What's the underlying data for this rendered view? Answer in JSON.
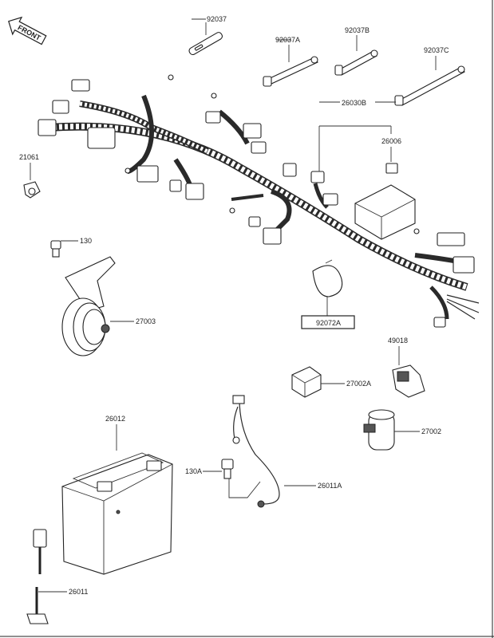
{
  "front_label": "FRONT",
  "labels": {
    "p92037": "92037",
    "p92037A": "92037A",
    "p92037B": "92037B",
    "p92037C": "92037C",
    "p26030B": "26030B",
    "p26006": "26006",
    "p21061": "21061",
    "p130": "130",
    "p27003": "27003",
    "p92072A": "92072A",
    "p49018": "49018",
    "p27002A": "27002A",
    "p27002": "27002",
    "p26012": "26012",
    "p130A": "130A",
    "p26011A": "26011A",
    "p26011": "26011"
  }
}
